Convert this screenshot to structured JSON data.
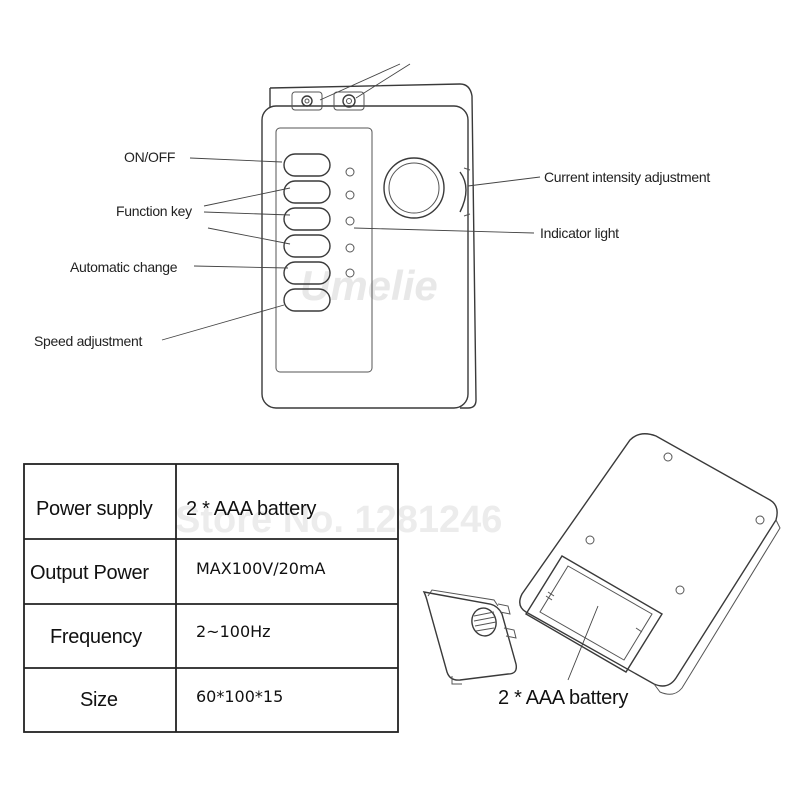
{
  "watermarks": {
    "diagram": "Umelie",
    "store": "Store No. 1281246"
  },
  "annotations": {
    "on_off": "ON/OFF",
    "function_key": "Function key",
    "automatic_change": "Automatic change",
    "speed_adjustment": "Speed adjustment",
    "current_intensity": "Current intensity adjustment",
    "indicator_light": "Indicator light"
  },
  "specs": {
    "rows": [
      {
        "label": "Power supply",
        "value": "2 * AAA battery"
      },
      {
        "label": "Output Power",
        "value": "MAX100V/20mA"
      },
      {
        "label": "Frequency",
        "value": "2~100Hz"
      },
      {
        "label": "Size",
        "value": "60*100*15"
      }
    ]
  },
  "battery_label": "2 * AAA battery"
}
